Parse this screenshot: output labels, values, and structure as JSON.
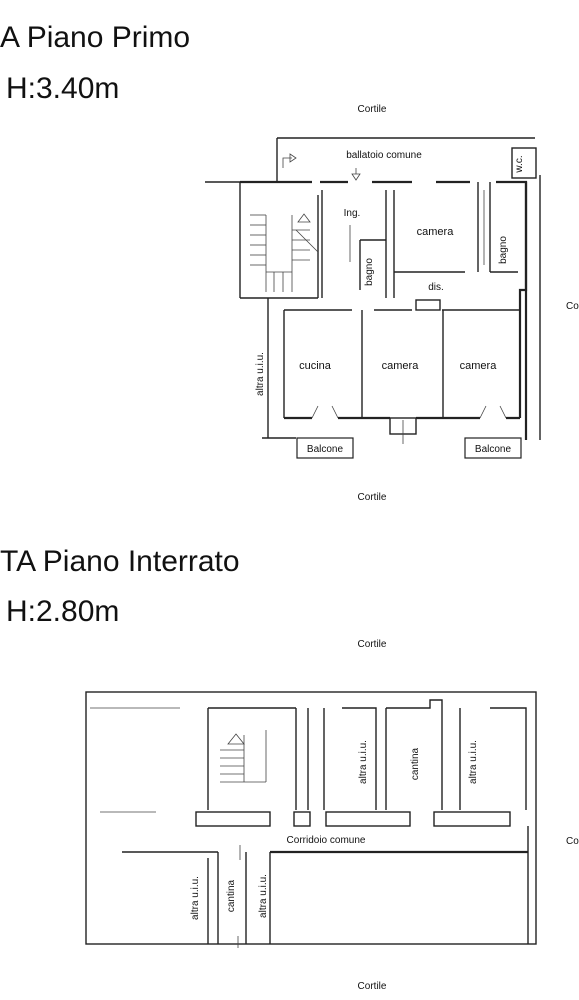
{
  "floor1": {
    "title": "A Piano Primo",
    "height": "H:3.40m",
    "cortile_top": "Cortile",
    "cortile_bottom": "Cortile",
    "edge_right": "Co",
    "ballatoio": "ballatoio comune",
    "wc": "w.c.",
    "ingresso": "Ing.",
    "camera1": "camera",
    "bagno1": "bagno",
    "bagno2": "bagno",
    "disimpegno": "dis.",
    "cucina": "cucina",
    "camera2": "camera",
    "camera3": "camera",
    "altra": "altra u.i.u.",
    "balcone_left": "Balcone",
    "balcone_right": "Balcone"
  },
  "floor2": {
    "title": "TA Piano Interrato",
    "height": "H:2.80m",
    "cortile_top": "Cortile",
    "cortile_bottom": "Cortile",
    "edge_right": "Co",
    "altra1": "altra u.i.u.",
    "cantina1": "cantina",
    "altra2": "altra u.i.u.",
    "corridoio": "Corridoio comune",
    "altra3": "altra u.i.u.",
    "cantina2": "cantina",
    "altra4": "altra u.i.u."
  }
}
